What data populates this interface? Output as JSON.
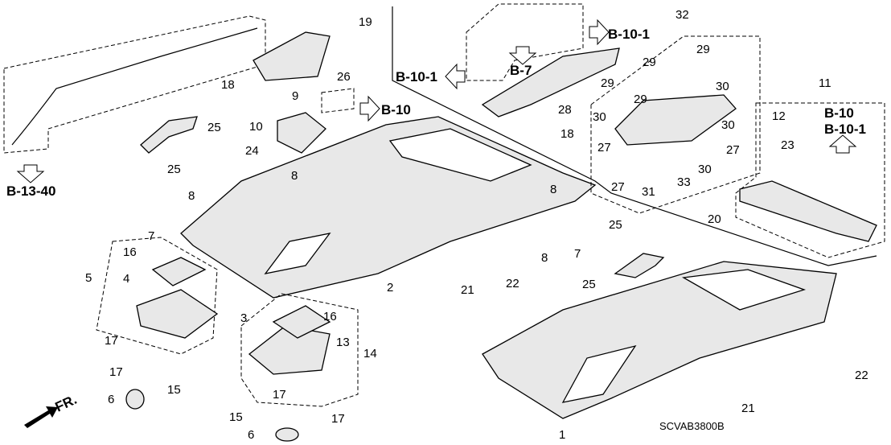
{
  "diagram_code": "SCVAB3800B",
  "front_indicator": "FR.",
  "references": {
    "b13_40": "B-13-40",
    "b10_a": "B-10",
    "b10_1_left": "B-10-1",
    "b7": "B-7",
    "b10_1_top": "B-10-1",
    "b10_right": "B-10",
    "b10_1_right": "B-10-1"
  },
  "part_labels": [
    "19",
    "26",
    "18",
    "9",
    "10",
    "24",
    "25",
    "25",
    "7",
    "8",
    "8",
    "32",
    "29",
    "29",
    "29",
    "29",
    "30",
    "30",
    "30",
    "30",
    "27",
    "27",
    "27",
    "31",
    "33",
    "28",
    "18",
    "11",
    "12",
    "23",
    "20",
    "8",
    "8",
    "7",
    "25",
    "25",
    "22",
    "21",
    "2",
    "3",
    "16",
    "4",
    "5",
    "17",
    "17",
    "6",
    "15",
    "16",
    "13",
    "14",
    "17",
    "15",
    "17",
    "6",
    "22",
    "21",
    "1"
  ]
}
